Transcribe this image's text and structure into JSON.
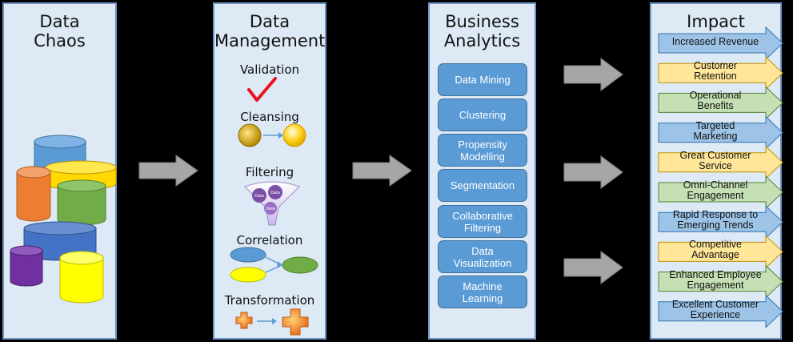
{
  "panels": {
    "chaos": {
      "title": "Data\nChaos"
    },
    "management": {
      "title": "Data\nManagement",
      "steps": [
        "Validation",
        "Cleansing",
        "Filtering",
        "Correlation",
        "Transformation"
      ],
      "funnel_labels": [
        "Data",
        "Data",
        "Data"
      ]
    },
    "analytics": {
      "title": "Business\nAnalytics",
      "items": [
        "Data Mining",
        "Clustering",
        "Propensity\nModelling",
        "Segmentation",
        "Collaborative\nFiltering",
        "Data\nVisualization",
        "Machine\nLearning"
      ]
    },
    "impact": {
      "title": "Impact",
      "items": [
        {
          "label": "Increased Revenue",
          "color": "#9dc3e6"
        },
        {
          "label": "Customer\nRetention",
          "color": "#ffe699"
        },
        {
          "label": "Operational\nBenefits",
          "color": "#c5e0b4"
        },
        {
          "label": "Targeted\nMarketing",
          "color": "#9dc3e6"
        },
        {
          "label": "Great Customer\nService",
          "color": "#ffe699"
        },
        {
          "label": "Omni-Channel\nEngagement",
          "color": "#c5e0b4"
        },
        {
          "label": "Rapid Response to\nEmerging Trends",
          "color": "#9dc3e6"
        },
        {
          "label": "Competitive\nAdvantage",
          "color": "#ffe699"
        },
        {
          "label": "Enhanced Employee\nEngagement",
          "color": "#c5e0b4"
        },
        {
          "label": "Excellent Customer\nExperience",
          "color": "#9dc3e6"
        }
      ]
    }
  },
  "colors": {
    "panel_bg": "#dde9f5",
    "panel_border": "#6f93c4",
    "arrow": "#a6a6a6",
    "button": "#5b9bd5"
  }
}
